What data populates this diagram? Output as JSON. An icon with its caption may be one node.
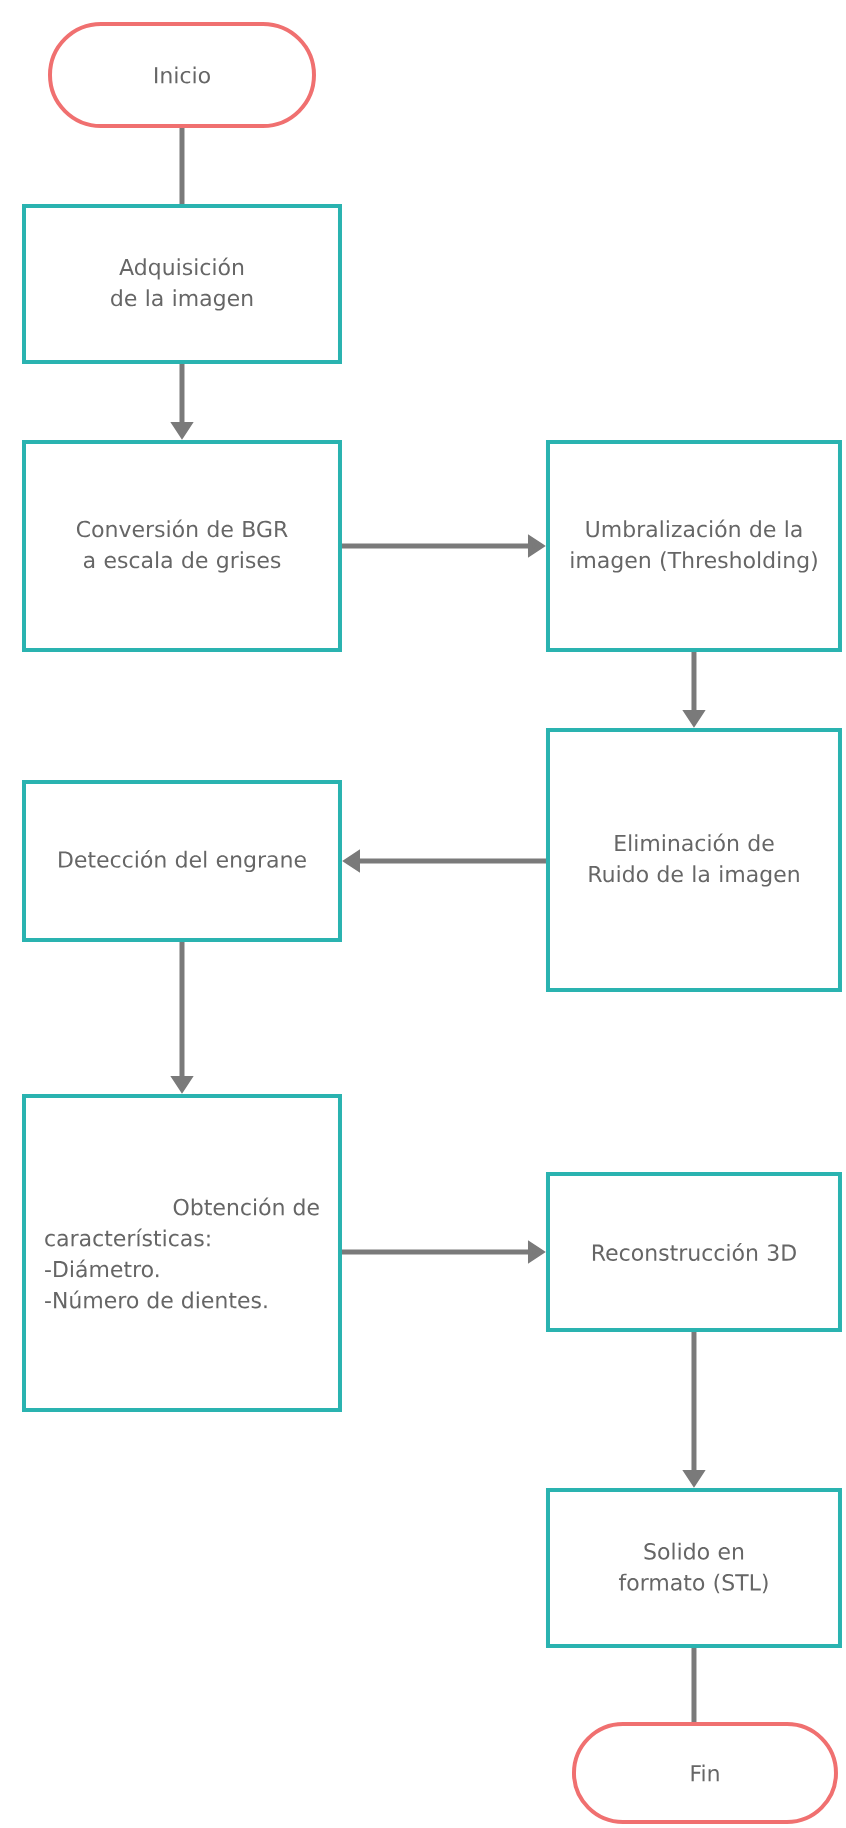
{
  "diagram": {
    "nodes": [
      {
        "text": [
          "Inicio"
        ]
      },
      {
        "text": [
          "Adquisición de la imagen"
        ]
      },
      {
        "text": [
          "Conversión de BGR  a escala de grises"
        ]
      },
      {
        "text": [
          "Umbralización de la imagen (Thresholding)"
        ]
      },
      {
        "text": [
          "Eliminación de Ruido de la imagen"
        ]
      },
      {
        "text": [
          "Detección del engrane"
        ]
      },
      {
        "text": [
          "Obtención de características:",
          "-Diámetro.",
          "-Número de dientes."
        ]
      },
      {
        "text": [
          "Reconstrucción 3D"
        ]
      },
      {
        "text": [
          "Solido en formato (STL)"
        ]
      },
      {
        "text": [
          "Fin"
        ]
      }
    ],
    "edges": [
      {
        "from": 0,
        "to": 1,
        "arrow": "none"
      },
      {
        "from": 1,
        "to": 2,
        "arrow": "to"
      },
      {
        "from": 2,
        "to": 3,
        "arrow": "to"
      },
      {
        "from": 3,
        "to": 4,
        "arrow": "to"
      },
      {
        "from": 4,
        "to": 5,
        "arrow": "to"
      },
      {
        "from": 5,
        "to": 6,
        "arrow": "to"
      },
      {
        "from": 6,
        "to": 7,
        "arrow": "to"
      },
      {
        "from": 7,
        "to": 8,
        "arrow": "to"
      },
      {
        "from": 8,
        "to": 9,
        "arrow": "none"
      }
    ]
  }
}
